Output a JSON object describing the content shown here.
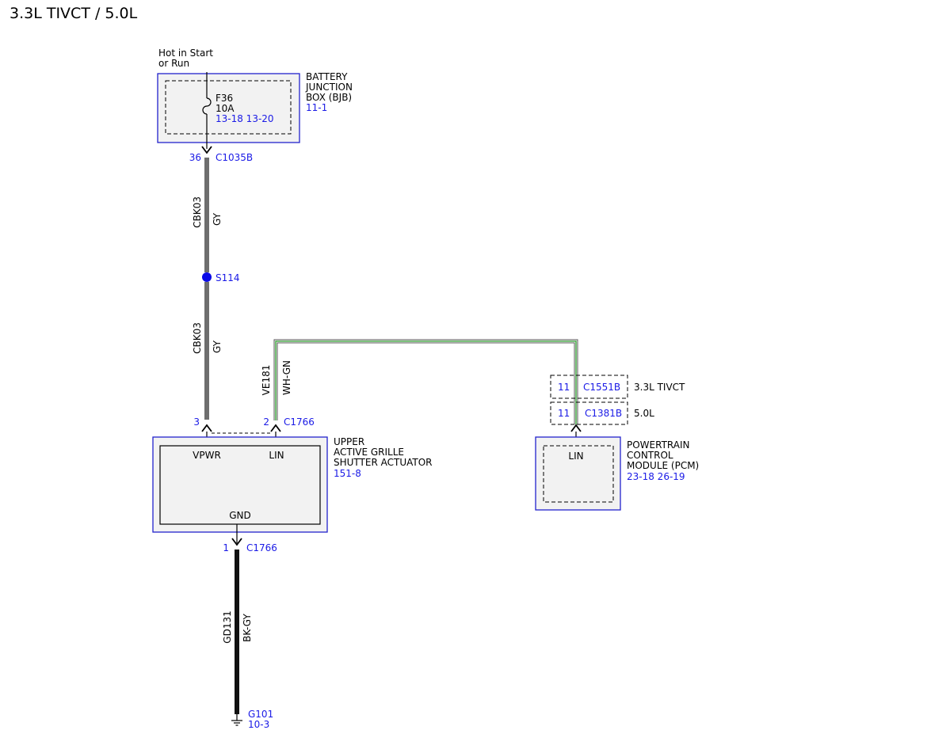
{
  "title": "3.3L TIVCT / 5.0L",
  "power_source": {
    "line1": "Hot in Start",
    "line2": "or Run"
  },
  "bjb": {
    "name_line1": "BATTERY",
    "name_line2": "JUNCTION",
    "name_line3": "BOX (BJB)",
    "ref": "11-1",
    "fuse_name": "F36",
    "fuse_rating": "10A",
    "fuse_ref": "13-18 13-20"
  },
  "bjb_connector": {
    "pin": "36",
    "name": "C1035B"
  },
  "wire_cbk03_upper": {
    "circuit": "CBK03",
    "color": "GY"
  },
  "splice": {
    "name": "S114"
  },
  "wire_cbk03_lower": {
    "circuit": "CBK03",
    "color": "GY"
  },
  "wire_ve181": {
    "circuit": "VE181",
    "color": "WH-GN"
  },
  "actuator_conn_top": {
    "pin_vpwr": "3",
    "pin_lin": "2",
    "name": "C1766"
  },
  "actuator": {
    "name_line1": "UPPER",
    "name_line2": "ACTIVE GRILLE",
    "name_line3": "SHUTTER ACTUATOR",
    "ref": "151-8",
    "pin_vpwr_label": "VPWR",
    "pin_lin_label": "LIN",
    "pin_gnd_label": "GND"
  },
  "actuator_conn_bottom": {
    "pin": "1",
    "name": "C1766"
  },
  "wire_gd131": {
    "circuit": "GD131",
    "color": "BK-GY"
  },
  "ground": {
    "name": "G101",
    "ref": "10-3"
  },
  "pcm_connectors": [
    {
      "pin": "11",
      "name": "C1551B",
      "variant": "3.3L TIVCT"
    },
    {
      "pin": "11",
      "name": "C1381B",
      "variant": "5.0L"
    }
  ],
  "pcm": {
    "name_line1": "POWERTRAIN",
    "name_line2": "CONTROL",
    "name_line3": "MODULE (PCM)",
    "ref": "23-18 26-19",
    "pin_lin_label": "LIN"
  },
  "colors": {
    "reference_text": "#1a1ae6",
    "component_border": "#2222cc",
    "component_fill": "#f2f2f2",
    "wire_gray": "#6e6e6e",
    "wire_black": "#111111",
    "wire_green": "#2e9e2e",
    "splice_dot": "#0a0ae6"
  }
}
